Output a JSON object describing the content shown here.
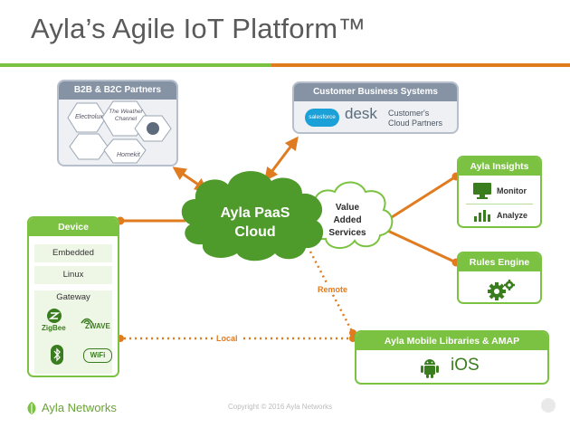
{
  "title": "Ayla’s Agile IoT Platform™",
  "partners": {
    "header": "B2B & B2C Partners",
    "logos": [
      "Electrolux",
      "The Weather Channel",
      "Homekit"
    ]
  },
  "business": {
    "header": "Customer Business Systems",
    "logo_salesforce": "salesforce",
    "logo_desk": "desk",
    "caption": [
      "Customer's",
      "Cloud Partners"
    ]
  },
  "cloud": {
    "main": [
      "Ayla PaaS",
      "Cloud"
    ],
    "value_added": [
      "Value",
      "Added",
      "Services"
    ]
  },
  "insights": {
    "header": "Ayla Insights",
    "monitor": "Monitor",
    "analyze": "Analyze"
  },
  "rules": {
    "header": "Rules Engine"
  },
  "device": {
    "header": "Device",
    "embedded": "Embedded",
    "linux": "Linux",
    "gateway": "Gateway",
    "zigbee": "ZigBee",
    "zwave": "ZWAVE",
    "wifi": "WiFi"
  },
  "mobile": {
    "header": "Ayla Mobile Libraries & AMAP",
    "ios": "iOS"
  },
  "links": {
    "remote": "Remote",
    "local": "Local"
  },
  "footer": {
    "brand": "Ayla Networks",
    "copyright": "Copyright © 2016 Ayla Networks"
  },
  "colors": {
    "green": "#7cc242",
    "dark_green": "#4e9a2a",
    "orange": "#e07b1f",
    "slate": "#8593a5"
  }
}
